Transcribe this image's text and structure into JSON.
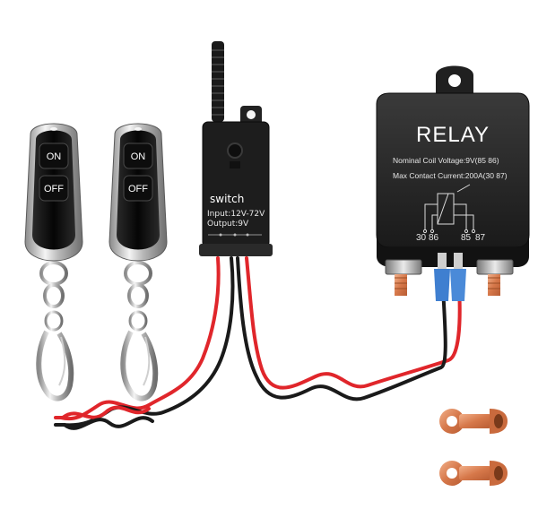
{
  "remotes": [
    {
      "on_label": "ON",
      "off_label": "OFF"
    },
    {
      "on_label": "ON",
      "off_label": "OFF"
    }
  ],
  "switch_module": {
    "title": "switch",
    "input": "Input:12V-72V",
    "output": "Output:9V"
  },
  "relay": {
    "title": "RELAY",
    "coil_voltage": "Nominal Coil Voltage:9V(85 86)",
    "contact_current": "Max Contact Current:200A(30 87)",
    "pin_30": "30",
    "pin_86": "86",
    "pin_85": "85",
    "pin_87": "87"
  },
  "colors": {
    "background": "#ffffff",
    "wire_red": "#e0262b",
    "wire_black": "#1a1a1a",
    "device_body": "#1c1c1c",
    "copper": "#d9865a",
    "connector_blue": "#3f7fd0"
  }
}
